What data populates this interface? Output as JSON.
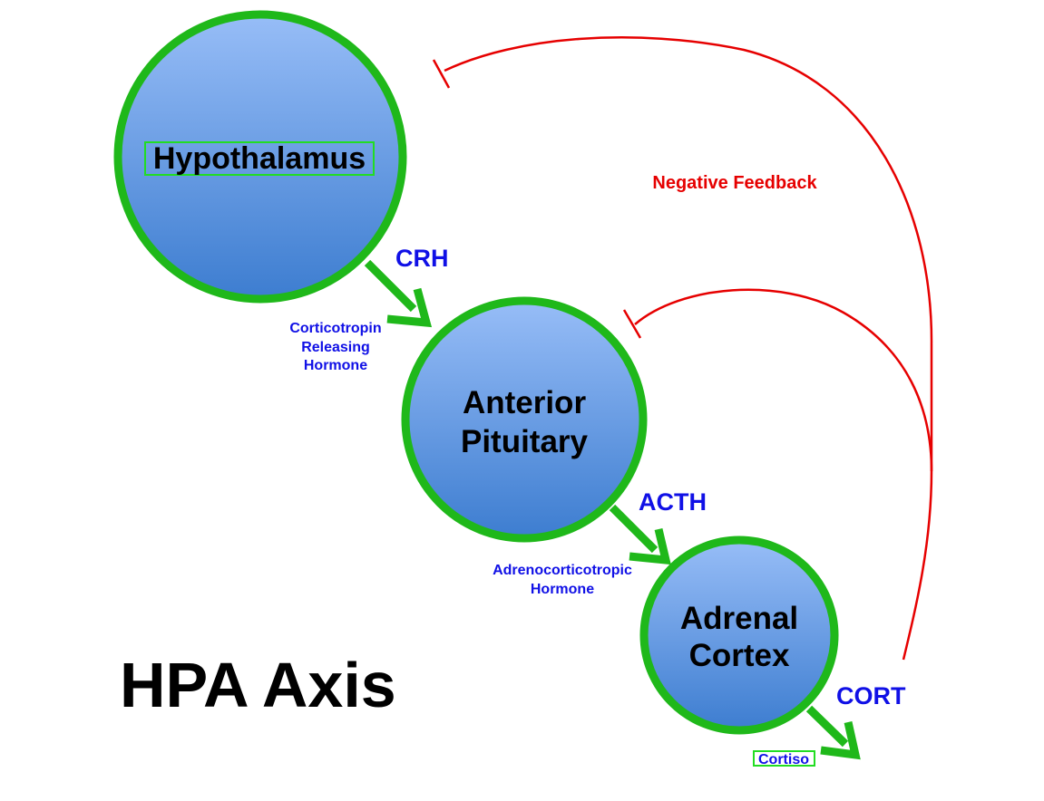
{
  "title": "HPA Axis",
  "nodes": {
    "hypothalamus": {
      "label": "Hypothalamus"
    },
    "pituitary": {
      "line1": "Anterior",
      "line2": "Pituitary"
    },
    "adrenal": {
      "line1": "Adrenal",
      "line2": "Cortex"
    }
  },
  "hormones": {
    "crh": {
      "abbr": "CRH",
      "line1": "Corticotropin",
      "line2": "Releasing",
      "line3": "Hormone"
    },
    "acth": {
      "abbr": "ACTH",
      "line1": "Adrenocorticotropic",
      "line2": "Hormone"
    },
    "cort": {
      "abbr": "CORT",
      "line1": "Cortiso"
    }
  },
  "feedback": {
    "label": "Negative Feedback"
  },
  "colors": {
    "circle_top": "#97bdf7",
    "circle_bottom": "#3d7dd0",
    "ring": "#1fb81a",
    "arrow": "#1fb81a",
    "hormone_text": "#1010e6",
    "feedback": "#e60000",
    "highlight_box": "#22dd22"
  }
}
